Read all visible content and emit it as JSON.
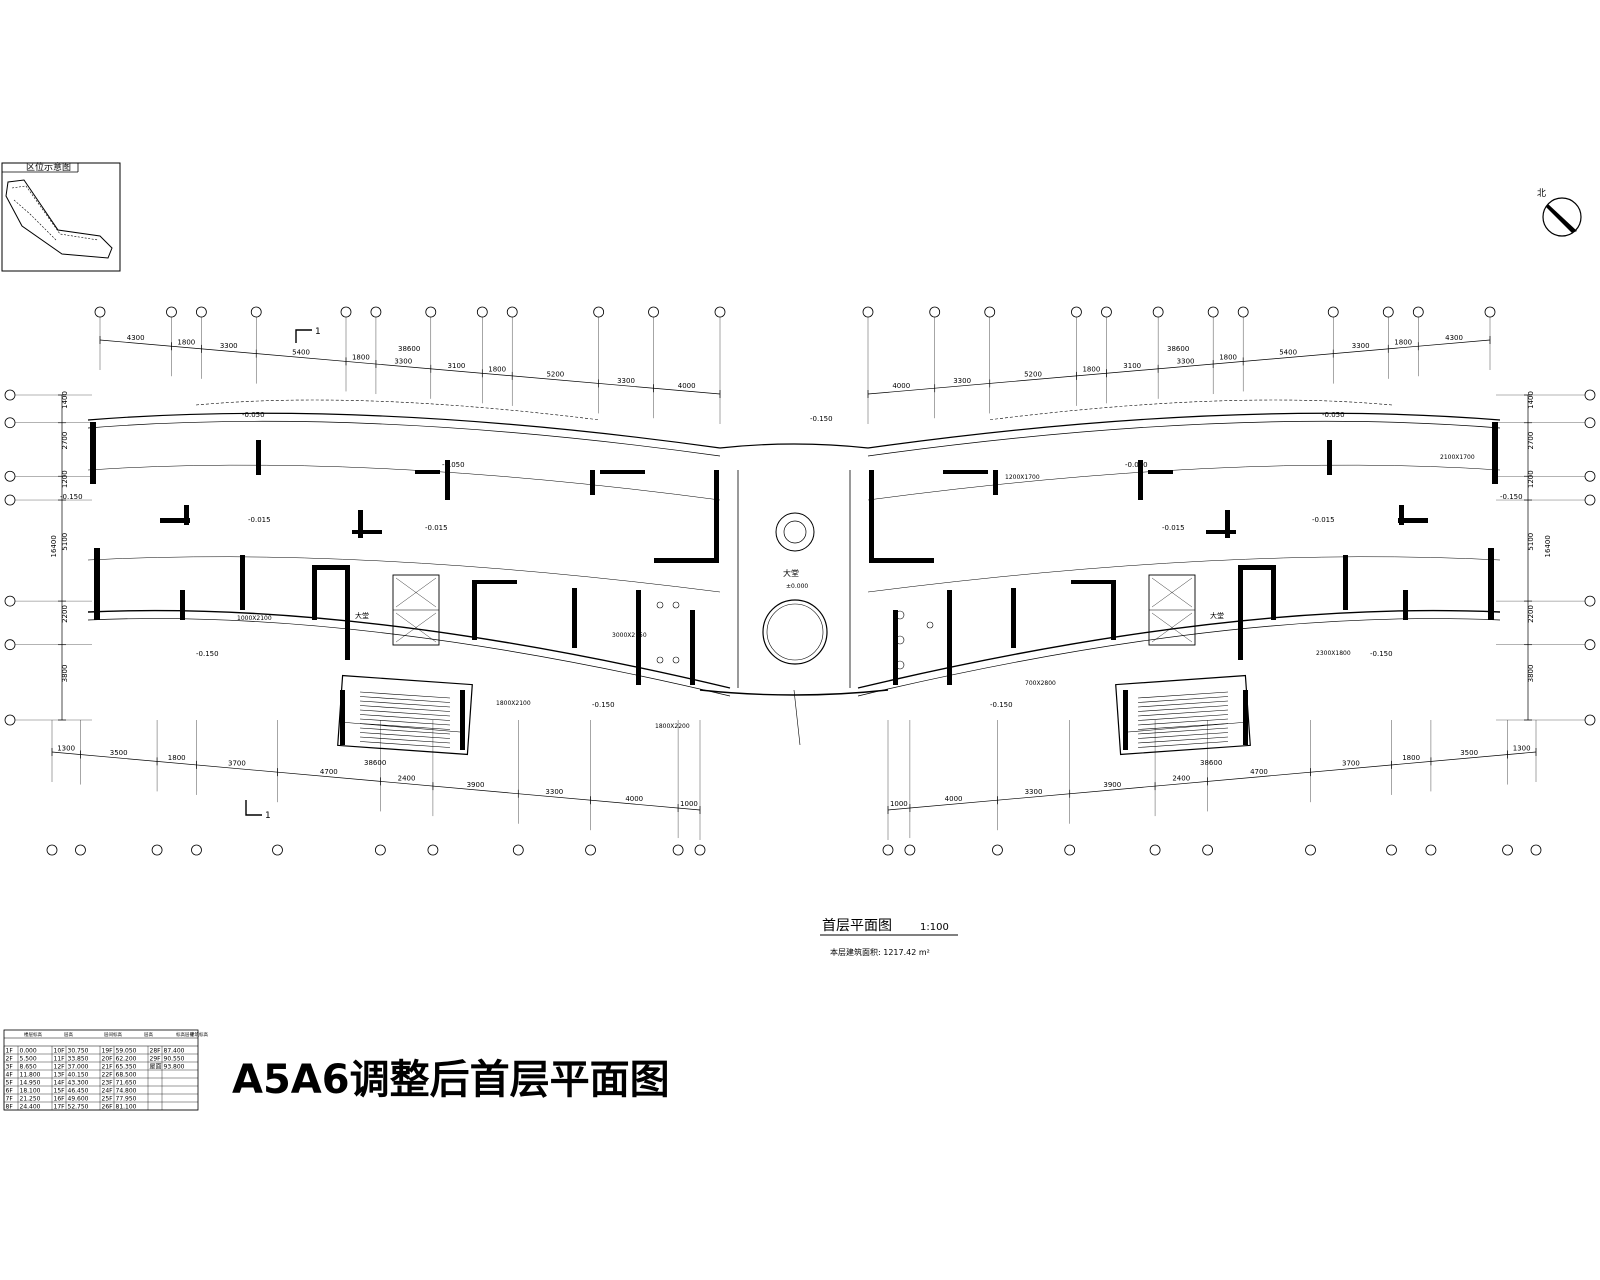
{
  "title": "A5A6调整后首层平面图",
  "plan_title": "首层平面图",
  "plan_scale": "1:100",
  "plan_area": "本层建筑面积: 1217.42 m²",
  "key_plan_label": "区位示意图",
  "north_label": "北",
  "section_mark_1": "1",
  "section_mark_2": "1",
  "lobby_label": "大堂",
  "lobby_elev": "±0.000",
  "elev_minus150": "-0.150",
  "elev_minus15": "-0.015",
  "elev_minus50": "-0.050",
  "top_dims_left": [
    "4300",
    "1800",
    "3300",
    "5400",
    "1800",
    "3300",
    "3100",
    "1800",
    "5200",
    "3300",
    "4000"
  ],
  "top_dims_right": [
    "4000",
    "3300",
    "5200",
    "1800",
    "3100",
    "3300",
    "1800",
    "5400",
    "3300",
    "1800",
    "4300"
  ],
  "top_total_left": "38600",
  "top_total_right": "38600",
  "bottom_dims_left": [
    "1300",
    "3500",
    "1800",
    "3700",
    "4700",
    "2400",
    "3900",
    "3300",
    "4000",
    "1000"
  ],
  "bottom_dims_right": [
    "1000",
    "4000",
    "3300",
    "3900",
    "2400",
    "4700",
    "3700",
    "1800",
    "3500",
    "1300"
  ],
  "bottom_total_left": "38600",
  "bottom_total_right": "38600",
  "left_dims": [
    "1400",
    "2700",
    "1200",
    "5100",
    "2200",
    "3800"
  ],
  "left_total": "16400",
  "right_dims": [
    "1400",
    "2700",
    "1200",
    "5100",
    "2200",
    "3800"
  ],
  "right_total": "16400",
  "door_labels": [
    "1000X2100",
    "1800X2200",
    "3000X2150",
    "1800X2100",
    "700X2800",
    "2100X1700",
    "1200X1700",
    "2300X1800"
  ],
  "elev_table": {
    "header": [
      "楼层标高",
      "层高",
      "层间标高",
      "层高",
      "标高层号",
      "建筑标高"
    ],
    "rows": [
      [
        "1F",
        "0.000",
        "10F",
        "30.750",
        "19F",
        "59.050",
        "28F",
        "87.400"
      ],
      [
        "2F",
        "5.500",
        "11F",
        "33.850",
        "20F",
        "62.200",
        "29F",
        "90.550"
      ],
      [
        "3F",
        "8.650",
        "12F",
        "37.000",
        "21F",
        "65.350",
        "屋面",
        "93.800"
      ],
      [
        "4F",
        "11.800",
        "13F",
        "40.150",
        "22F",
        "68.500",
        "",
        ""
      ],
      [
        "5F",
        "14.950",
        "14F",
        "43.300",
        "23F",
        "71.650",
        "",
        ""
      ],
      [
        "6F",
        "18.100",
        "15F",
        "46.450",
        "24F",
        "74.800",
        "",
        ""
      ],
      [
        "7F",
        "21.250",
        "16F",
        "49.600",
        "25F",
        "77.950",
        "",
        ""
      ],
      [
        "8F",
        "24.400",
        "17F",
        "52.750",
        "26F",
        "81.100",
        "",
        ""
      ]
    ]
  }
}
